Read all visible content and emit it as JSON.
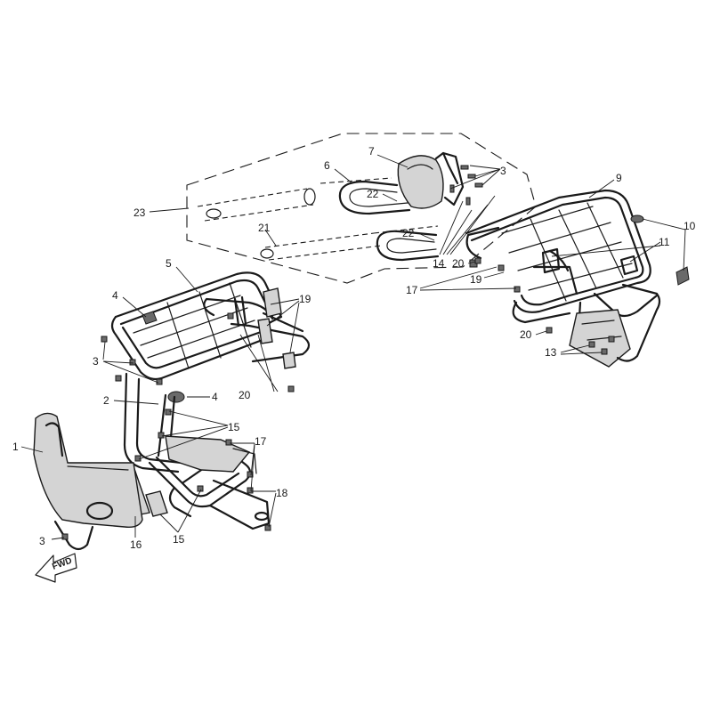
{
  "callouts": [
    {
      "id": "c1",
      "text": "1"
    },
    {
      "id": "c2",
      "text": "2"
    },
    {
      "id": "c3a",
      "text": "3"
    },
    {
      "id": "c3b",
      "text": "3"
    },
    {
      "id": "c3c",
      "text": "3"
    },
    {
      "id": "c4a",
      "text": "4"
    },
    {
      "id": "c4b",
      "text": "4"
    },
    {
      "id": "c5",
      "text": "5"
    },
    {
      "id": "c6",
      "text": "6"
    },
    {
      "id": "c7",
      "text": "7"
    },
    {
      "id": "c9",
      "text": "9"
    },
    {
      "id": "c10",
      "text": "10"
    },
    {
      "id": "c11",
      "text": "11"
    },
    {
      "id": "c13",
      "text": "13"
    },
    {
      "id": "c14",
      "text": "14"
    },
    {
      "id": "c15a",
      "text": "15"
    },
    {
      "id": "c15b",
      "text": "15"
    },
    {
      "id": "c16",
      "text": "16"
    },
    {
      "id": "c17a",
      "text": "17"
    },
    {
      "id": "c17b",
      "text": "17"
    },
    {
      "id": "c18",
      "text": "18"
    },
    {
      "id": "c19a",
      "text": "19"
    },
    {
      "id": "c19b",
      "text": "19"
    },
    {
      "id": "c20a",
      "text": "20"
    },
    {
      "id": "c20b",
      "text": "20"
    },
    {
      "id": "c20c",
      "text": "20"
    },
    {
      "id": "c21",
      "text": "21"
    },
    {
      "id": "c22a",
      "text": "22"
    },
    {
      "id": "c22b",
      "text": "22"
    },
    {
      "id": "c23",
      "text": "23"
    }
  ],
  "direction_marker": {
    "text": "FWD",
    "icon": "forward-arrow-icon"
  }
}
